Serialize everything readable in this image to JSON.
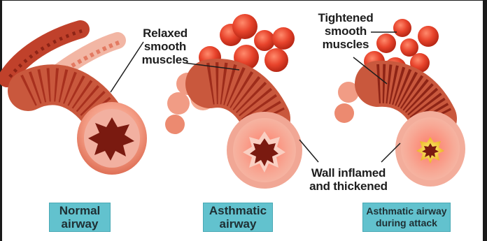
{
  "annotations": {
    "relaxed": [
      "Relaxed",
      "smooth",
      "muscles"
    ],
    "tightened": [
      "Tightened",
      "smooth",
      "muscles"
    ],
    "wall": [
      "Wall inflamed",
      "and thickened"
    ]
  },
  "captions": [
    {
      "lines": [
        "Normal",
        "airway"
      ]
    },
    {
      "lines": [
        "Asthmatic",
        "airway"
      ]
    },
    {
      "lines": [
        "Asthmatic airway",
        "during attack"
      ]
    }
  ],
  "colors": {
    "caption_bg": "#62c2ce",
    "muscle": "#c2402a",
    "airway_pink": "#f4a090",
    "lumen_dark": "#7a1a10",
    "inflamed_red": "#e03a2c",
    "attack_yellow": "#f6d21c"
  }
}
